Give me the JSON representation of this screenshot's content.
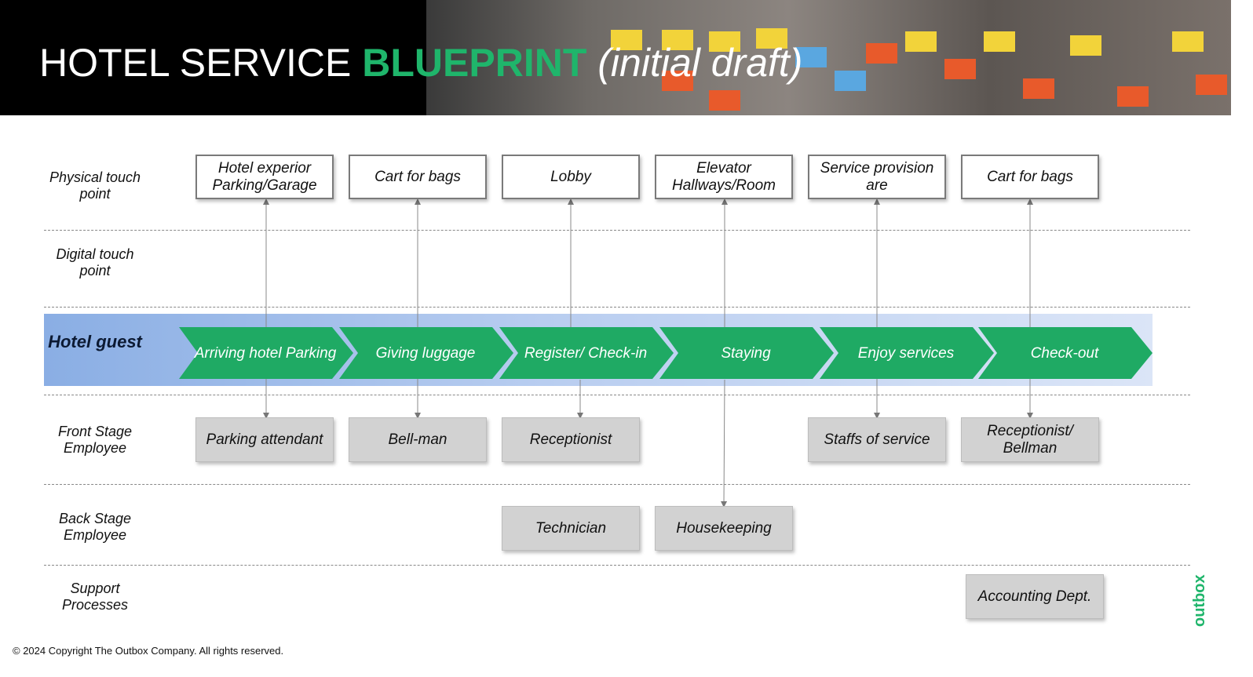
{
  "header": {
    "title_part1": "HOTEL SERVICE",
    "title_part2": "BLUEPRINT",
    "title_part3": "(initial draft)"
  },
  "rows": {
    "physical": "Physical touch point",
    "digital": "Digital touch point",
    "front": "Front Stage Employee",
    "back": "Back Stage Employee",
    "support": "Support Processes"
  },
  "customer_lane": "Hotel guest",
  "physical_touchpoints": [
    "Hotel experior Parking/Garage",
    "Cart for bags",
    "Lobby",
    "Elevator Hallways/Room",
    "Service provision are",
    "Cart for bags"
  ],
  "journey_steps": [
    "Arriving hotel Parking",
    "Giving luggage",
    "Register/ Check-in",
    "Staying",
    "Enjoy services",
    "Check-out"
  ],
  "front_stage": [
    "Parking attendant",
    "Bell-man",
    "Receptionist",
    "Staffs of service",
    "Receptionist/ Bellman"
  ],
  "back_stage": [
    "Technician",
    "Housekeeping"
  ],
  "support": [
    "Accounting Dept."
  ],
  "footer": {
    "copyright": "© 2024 Copyright The Outbox Company. All rights reserved.",
    "logo": "outbox"
  },
  "colors": {
    "accent_green": "#1fb56b",
    "chevron_green": "#1faa64",
    "band_blue": "#8aaee4",
    "gray_box": "#d2d2d2"
  }
}
